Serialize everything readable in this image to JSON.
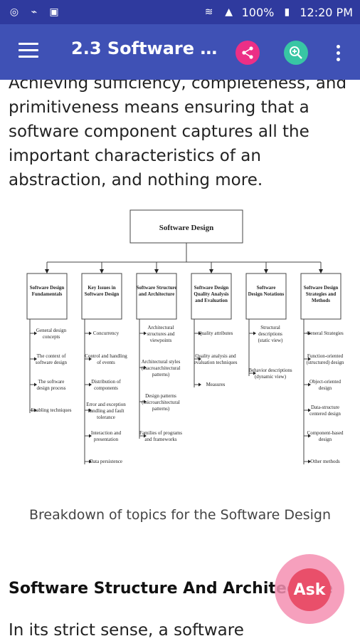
{
  "status_bar": {
    "left_icons": [
      "app-notification-icon",
      "usb-icon",
      "image-icon"
    ],
    "battery": "100%",
    "time": "12:20 PM",
    "right_icons": [
      "wifi-icon",
      "signal-icon",
      "battery-icon"
    ]
  },
  "app_bar": {
    "title": "2.3 Software d...",
    "colors": {
      "primary": "#3f51b5",
      "share": "#ec2f86",
      "zoom": "#38c6a4"
    }
  },
  "article": {
    "paragraph": "Achieving sufficiency, completeness, and primitiveness means ensuring that a software component captures all the important characteristics of an abstraction, and nothing more.",
    "diagram": {
      "root": "Software Design",
      "branches": [
        {
          "title": [
            "Software Design",
            "Fundamentals"
          ],
          "items": [
            [
              "General design",
              "concepts"
            ],
            [
              "The context of",
              "software design"
            ],
            [
              "The software",
              "design process"
            ],
            [
              "Enabling techniques"
            ]
          ]
        },
        {
          "title": [
            "Key Issues in",
            "Software Design"
          ],
          "items": [
            [
              "Concurrency"
            ],
            [
              "Control and handling",
              "of events"
            ],
            [
              "Distribution of",
              "components"
            ],
            [
              "Error and exception",
              "handling and fault",
              "tolerance"
            ],
            [
              "Interaction and",
              "presentation"
            ],
            [
              "Data persistence"
            ]
          ]
        },
        {
          "title": [
            "Software Structure",
            "and Architecture"
          ],
          "items": [
            [
              "Architectural",
              "structures and",
              "viewpoints"
            ],
            [
              "Architectural styles",
              "(macroarchitectural",
              "patterns)"
            ],
            [
              "Design patterns",
              "(microarchitectural",
              "patterns)"
            ],
            [
              "Families of programs",
              "and frameworks"
            ]
          ]
        },
        {
          "title": [
            "Software Design",
            "Quality Analysis",
            "and Evaluation"
          ],
          "items": [
            [
              "Quality attributes"
            ],
            [
              "Quality analysis and",
              "evaluation techniques"
            ],
            [
              "Measures"
            ]
          ]
        },
        {
          "title": [
            "Software",
            "Design Notations"
          ],
          "items": [
            [
              "Structural",
              "descriptions",
              "(static view)"
            ],
            [
              "Behavior descriptions",
              "(dynamic view)"
            ]
          ]
        },
        {
          "title": [
            "Software Design",
            "Strategies and",
            "Methods"
          ],
          "items": [
            [
              "General Strategies"
            ],
            [
              "Function-oriented",
              "(structured) design"
            ],
            [
              "Object-oriented",
              "design"
            ],
            [
              "Data-structure",
              "centered design"
            ],
            [
              "Component-based",
              "design"
            ],
            [
              "Other methods"
            ]
          ]
        }
      ]
    },
    "caption": "Breakdown of topics for the Software Design",
    "section_heading": "Software Structure And Architecture",
    "paragraph2": "In its strict sense, a software"
  },
  "fab": {
    "label": "Ask"
  }
}
